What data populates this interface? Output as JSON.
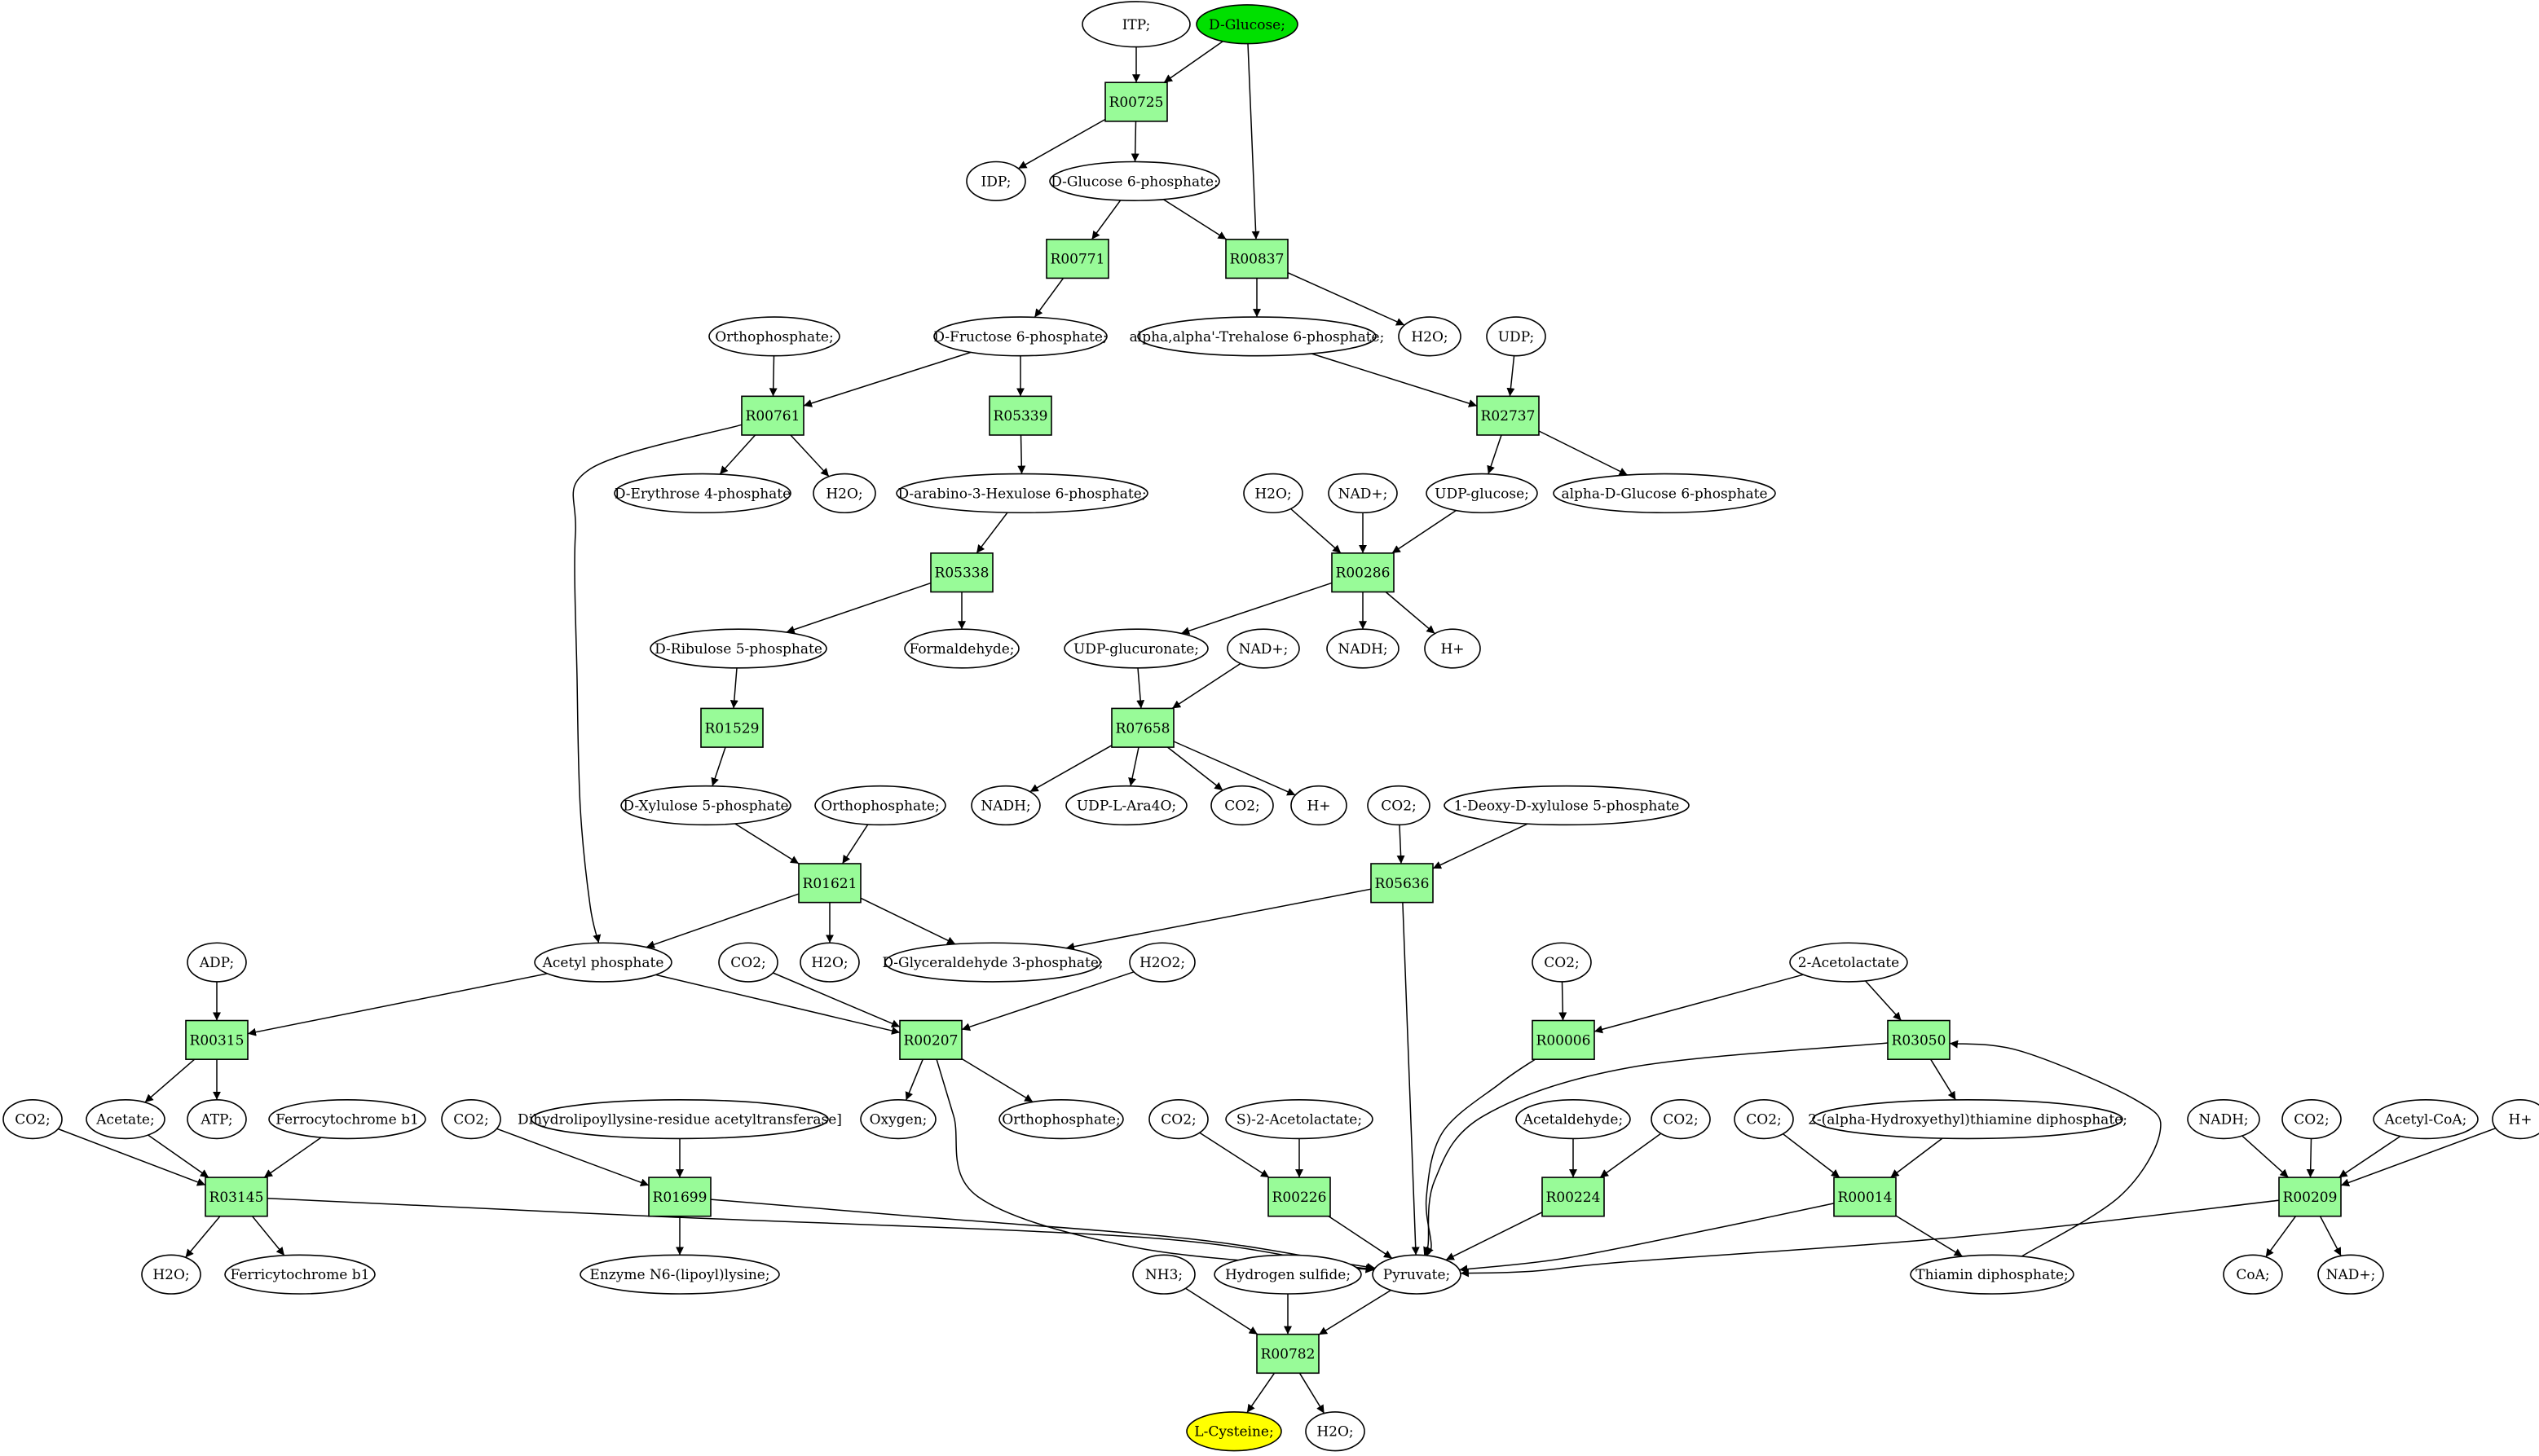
{
  "colors": {
    "reaction_fill": "#98fb98",
    "start_fill": "#00e000",
    "end_fill": "#ffff00",
    "compound_fill": "#ffffff"
  },
  "nodes": {
    "c_itp": {
      "label": "ITP;",
      "kind": "compound"
    },
    "c_glc": {
      "label": "D-Glucose;",
      "kind": "start"
    },
    "r_r00725": {
      "label": "R00725",
      "kind": "reaction"
    },
    "c_idp": {
      "label": "IDP;",
      "kind": "compound"
    },
    "c_g6p": {
      "label": "D-Glucose 6-phosphate;",
      "kind": "compound"
    },
    "r_r00771": {
      "label": "R00771",
      "kind": "reaction"
    },
    "r_r00837": {
      "label": "R00837",
      "kind": "reaction"
    },
    "c_f6p": {
      "label": "D-Fructose 6-phosphate;",
      "kind": "compound"
    },
    "c_treh6p": {
      "label": "alpha,alpha'-Trehalose 6-phosphate;",
      "kind": "compound"
    },
    "c_h2o_a": {
      "label": "H2O;",
      "kind": "compound"
    },
    "c_udp": {
      "label": "UDP;",
      "kind": "compound"
    },
    "c_pi_a": {
      "label": "Orthophosphate;",
      "kind": "compound"
    },
    "r_r00761": {
      "label": "R00761",
      "kind": "reaction"
    },
    "r_r05339": {
      "label": "R05339",
      "kind": "reaction"
    },
    "r_r02737": {
      "label": "R02737",
      "kind": "reaction"
    },
    "c_e4p": {
      "label": "D-Erythrose 4-phosphate",
      "kind": "compound"
    },
    "c_h2o_b": {
      "label": "H2O;",
      "kind": "compound"
    },
    "c_ah6p": {
      "label": "D-arabino-3-Hexulose 6-phosphate;",
      "kind": "compound"
    },
    "c_h2o_c": {
      "label": "H2O;",
      "kind": "compound"
    },
    "c_nad_a": {
      "label": "NAD+;",
      "kind": "compound"
    },
    "c_udpg": {
      "label": "UDP-glucose;",
      "kind": "compound"
    },
    "c_ag6p": {
      "label": "alpha-D-Glucose 6-phosphate",
      "kind": "compound"
    },
    "r_r05338": {
      "label": "R05338",
      "kind": "reaction"
    },
    "r_r00286": {
      "label": "R00286",
      "kind": "reaction"
    },
    "c_ru5p": {
      "label": "D-Ribulose 5-phosphate",
      "kind": "compound"
    },
    "c_hcho": {
      "label": "Formaldehyde;",
      "kind": "compound"
    },
    "c_udpga": {
      "label": "UDP-glucuronate;",
      "kind": "compound"
    },
    "c_nad_b": {
      "label": "NAD+;",
      "kind": "compound"
    },
    "c_nadh_a": {
      "label": "NADH;",
      "kind": "compound"
    },
    "c_h_a": {
      "label": "H+",
      "kind": "compound"
    },
    "r_r01529": {
      "label": "R01529",
      "kind": "reaction"
    },
    "r_r07658": {
      "label": "R07658",
      "kind": "reaction"
    },
    "c_x5p": {
      "label": "D-Xylulose 5-phosphate",
      "kind": "compound"
    },
    "c_pi_b": {
      "label": "Orthophosphate;",
      "kind": "compound"
    },
    "c_nadh_b": {
      "label": "NADH;",
      "kind": "compound"
    },
    "c_udpara": {
      "label": "UDP-L-Ara4O;",
      "kind": "compound"
    },
    "c_co2_a": {
      "label": "CO2;",
      "kind": "compound"
    },
    "c_h_b": {
      "label": "H+",
      "kind": "compound"
    },
    "c_co2_b": {
      "label": "CO2;",
      "kind": "compound"
    },
    "c_dxp": {
      "label": "1-Deoxy-D-xylulose 5-phosphate",
      "kind": "compound"
    },
    "r_r01621": {
      "label": "R01621",
      "kind": "reaction"
    },
    "r_r05636": {
      "label": "R05636",
      "kind": "reaction"
    },
    "c_adp": {
      "label": "ADP;",
      "kind": "compound"
    },
    "c_acp": {
      "label": "Acetyl phosphate",
      "kind": "compound"
    },
    "c_co2_c": {
      "label": "CO2;",
      "kind": "compound"
    },
    "c_h2o_d": {
      "label": "H2O;",
      "kind": "compound"
    },
    "c_gap": {
      "label": "D-Glyceraldehyde 3-phosphate;",
      "kind": "compound"
    },
    "c_h2o2": {
      "label": "H2O2;",
      "kind": "compound"
    },
    "c_co2_d": {
      "label": "CO2;",
      "kind": "compound"
    },
    "c_acl": {
      "label": "2-Acetolactate",
      "kind": "compound"
    },
    "r_r00315": {
      "label": "R00315",
      "kind": "reaction"
    },
    "r_r00207": {
      "label": "R00207",
      "kind": "reaction"
    },
    "r_r00006": {
      "label": "R00006",
      "kind": "reaction"
    },
    "r_r03050": {
      "label": "R03050",
      "kind": "reaction"
    },
    "c_co2_e": {
      "label": "CO2;",
      "kind": "compound"
    },
    "c_acetate": {
      "label": "Acetate;",
      "kind": "compound"
    },
    "c_atp": {
      "label": "ATP;",
      "kind": "compound"
    },
    "c_fcb1_a": {
      "label": "Ferrocytochrome b1",
      "kind": "compound"
    },
    "c_co2_f": {
      "label": "CO2;",
      "kind": "compound"
    },
    "c_dlat": {
      "label": "Dihydrolipoyllysine-residue acetyltransferase]",
      "kind": "compound"
    },
    "c_o2": {
      "label": "Oxygen;",
      "kind": "compound"
    },
    "c_pi_c": {
      "label": "Orthophosphate;",
      "kind": "compound"
    },
    "c_co2_g": {
      "label": "CO2;",
      "kind": "compound"
    },
    "c_sacl": {
      "label": "S)-2-Acetolactate;",
      "kind": "compound"
    },
    "c_acald": {
      "label": "Acetaldehyde;",
      "kind": "compound"
    },
    "c_co2_h": {
      "label": "CO2;",
      "kind": "compound"
    },
    "c_co2_i": {
      "label": "CO2;",
      "kind": "compound"
    },
    "c_hetpp": {
      "label": "2-(alpha-Hydroxyethyl)thiamine diphosphate;",
      "kind": "compound"
    },
    "c_nadh_c": {
      "label": "NADH;",
      "kind": "compound"
    },
    "c_co2_j": {
      "label": "CO2;",
      "kind": "compound"
    },
    "c_accoa": {
      "label": "Acetyl-CoA;",
      "kind": "compound"
    },
    "c_h_c": {
      "label": "H+",
      "kind": "compound"
    },
    "r_r03145": {
      "label": "R03145",
      "kind": "reaction"
    },
    "r_r01699": {
      "label": "R01699",
      "kind": "reaction"
    },
    "r_r00226": {
      "label": "R00226",
      "kind": "reaction"
    },
    "r_r00224": {
      "label": "R00224",
      "kind": "reaction"
    },
    "r_r00014": {
      "label": "R00014",
      "kind": "reaction"
    },
    "r_r00209": {
      "label": "R00209",
      "kind": "reaction"
    },
    "c_h2o_e": {
      "label": "H2O;",
      "kind": "compound"
    },
    "c_fcb1_b": {
      "label": "Ferricytochrome b1",
      "kind": "compound"
    },
    "c_lipoyl": {
      "label": "Enzyme N6-(lipoyl)lysine;",
      "kind": "compound"
    },
    "c_nh3": {
      "label": "NH3;",
      "kind": "compound"
    },
    "c_h2s": {
      "label": "Hydrogen sulfide;",
      "kind": "compound"
    },
    "c_pyr": {
      "label": "Pyruvate;",
      "kind": "compound"
    },
    "c_tpp": {
      "label": "Thiamin diphosphate;",
      "kind": "compound"
    },
    "c_coa": {
      "label": "CoA;",
      "kind": "compound"
    },
    "c_nad_c": {
      "label": "NAD+;",
      "kind": "compound"
    },
    "r_r00782": {
      "label": "R00782",
      "kind": "reaction"
    },
    "c_cys": {
      "label": "L-Cysteine;",
      "kind": "end"
    },
    "c_h2o_f": {
      "label": "H2O;",
      "kind": "compound"
    }
  },
  "edges": [
    [
      "c_itp",
      "r_r00725"
    ],
    [
      "c_glc",
      "r_r00725"
    ],
    [
      "c_glc",
      "r_r00837"
    ],
    [
      "r_r00725",
      "c_idp"
    ],
    [
      "r_r00725",
      "c_g6p"
    ],
    [
      "c_g6p",
      "r_r00771"
    ],
    [
      "c_g6p",
      "r_r00837"
    ],
    [
      "r_r00771",
      "c_f6p"
    ],
    [
      "r_r00837",
      "c_treh6p"
    ],
    [
      "r_r00837",
      "c_h2o_a"
    ],
    [
      "c_f6p",
      "r_r00761"
    ],
    [
      "c_pi_a",
      "r_r00761"
    ],
    [
      "c_f6p",
      "r_r05339"
    ],
    [
      "c_treh6p",
      "r_r02737"
    ],
    [
      "c_udp",
      "r_r02737"
    ],
    [
      "r_r00761",
      "c_e4p"
    ],
    [
      "r_r00761",
      "c_h2o_b"
    ],
    [
      "r_r00761",
      "c_acp"
    ],
    [
      "r_r05339",
      "c_ah6p"
    ],
    [
      "r_r02737",
      "c_udpg"
    ],
    [
      "r_r02737",
      "c_ag6p"
    ],
    [
      "c_ah6p",
      "r_r05338"
    ],
    [
      "r_r05338",
      "c_ru5p"
    ],
    [
      "r_r05338",
      "c_hcho"
    ],
    [
      "c_h2o_c",
      "r_r00286"
    ],
    [
      "c_nad_a",
      "r_r00286"
    ],
    [
      "c_udpg",
      "r_r00286"
    ],
    [
      "r_r00286",
      "c_udpga"
    ],
    [
      "r_r00286",
      "c_nadh_a"
    ],
    [
      "r_r00286",
      "c_h_a"
    ],
    [
      "c_ru5p",
      "r_r01529"
    ],
    [
      "r_r01529",
      "c_x5p"
    ],
    [
      "c_udpga",
      "r_r07658"
    ],
    [
      "c_nad_b",
      "r_r07658"
    ],
    [
      "r_r07658",
      "c_nadh_b"
    ],
    [
      "r_r07658",
      "c_udpara"
    ],
    [
      "r_r07658",
      "c_co2_a"
    ],
    [
      "r_r07658",
      "c_h_b"
    ],
    [
      "c_x5p",
      "r_r01621"
    ],
    [
      "c_pi_b",
      "r_r01621"
    ],
    [
      "r_r01621",
      "c_acp"
    ],
    [
      "r_r01621",
      "c_h2o_d"
    ],
    [
      "r_r01621",
      "c_gap"
    ],
    [
      "c_co2_b",
      "r_r05636"
    ],
    [
      "c_dxp",
      "r_r05636"
    ],
    [
      "r_r05636",
      "c_gap"
    ],
    [
      "r_r05636",
      "c_pyr"
    ],
    [
      "c_adp",
      "r_r00315"
    ],
    [
      "c_acp",
      "r_r00315"
    ],
    [
      "c_acp",
      "r_r00207"
    ],
    [
      "c_co2_c",
      "r_r00207"
    ],
    [
      "c_h2o2",
      "r_r00207"
    ],
    [
      "c_co2_d",
      "r_r00006"
    ],
    [
      "c_acl",
      "r_r00006"
    ],
    [
      "c_acl",
      "r_r03050"
    ],
    [
      "r_r00315",
      "c_acetate"
    ],
    [
      "r_r00315",
      "c_atp"
    ],
    [
      "r_r00207",
      "c_o2"
    ],
    [
      "r_r00207",
      "c_pi_c"
    ],
    [
      "r_r00207",
      "c_pyr"
    ],
    [
      "r_r00006",
      "c_pyr"
    ],
    [
      "r_r03050",
      "c_pyr"
    ],
    [
      "r_r03050",
      "c_hetpp"
    ],
    [
      "c_co2_e",
      "r_r03145"
    ],
    [
      "c_acetate",
      "r_r03145"
    ],
    [
      "c_fcb1_a",
      "r_r03145"
    ],
    [
      "c_co2_f",
      "r_r01699"
    ],
    [
      "c_dlat",
      "r_r01699"
    ],
    [
      "c_co2_g",
      "r_r00226"
    ],
    [
      "c_sacl",
      "r_r00226"
    ],
    [
      "c_acald",
      "r_r00224"
    ],
    [
      "c_co2_h",
      "r_r00224"
    ],
    [
      "c_co2_i",
      "r_r00014"
    ],
    [
      "c_hetpp",
      "r_r00014"
    ],
    [
      "c_nadh_c",
      "r_r00209"
    ],
    [
      "c_co2_j",
      "r_r00209"
    ],
    [
      "c_accoa",
      "r_r00209"
    ],
    [
      "c_h_c",
      "r_r00209"
    ],
    [
      "r_r03145",
      "c_h2o_e"
    ],
    [
      "r_r03145",
      "c_fcb1_b"
    ],
    [
      "r_r03145",
      "c_pyr"
    ],
    [
      "r_r01699",
      "c_lipoyl"
    ],
    [
      "r_r01699",
      "c_pyr"
    ],
    [
      "r_r00226",
      "c_pyr"
    ],
    [
      "r_r00224",
      "c_pyr"
    ],
    [
      "r_r00014",
      "c_pyr"
    ],
    [
      "r_r00014",
      "c_tpp"
    ],
    [
      "r_r00209",
      "c_pyr"
    ],
    [
      "r_r00209",
      "c_coa"
    ],
    [
      "r_r00209",
      "c_nad_c"
    ],
    [
      "c_tpp",
      "r_r03050"
    ],
    [
      "c_nh3",
      "r_r00782"
    ],
    [
      "c_h2s",
      "r_r00782"
    ],
    [
      "c_pyr",
      "r_r00782"
    ],
    [
      "r_r00782",
      "c_cys"
    ],
    [
      "r_r00782",
      "c_h2o_f"
    ]
  ]
}
